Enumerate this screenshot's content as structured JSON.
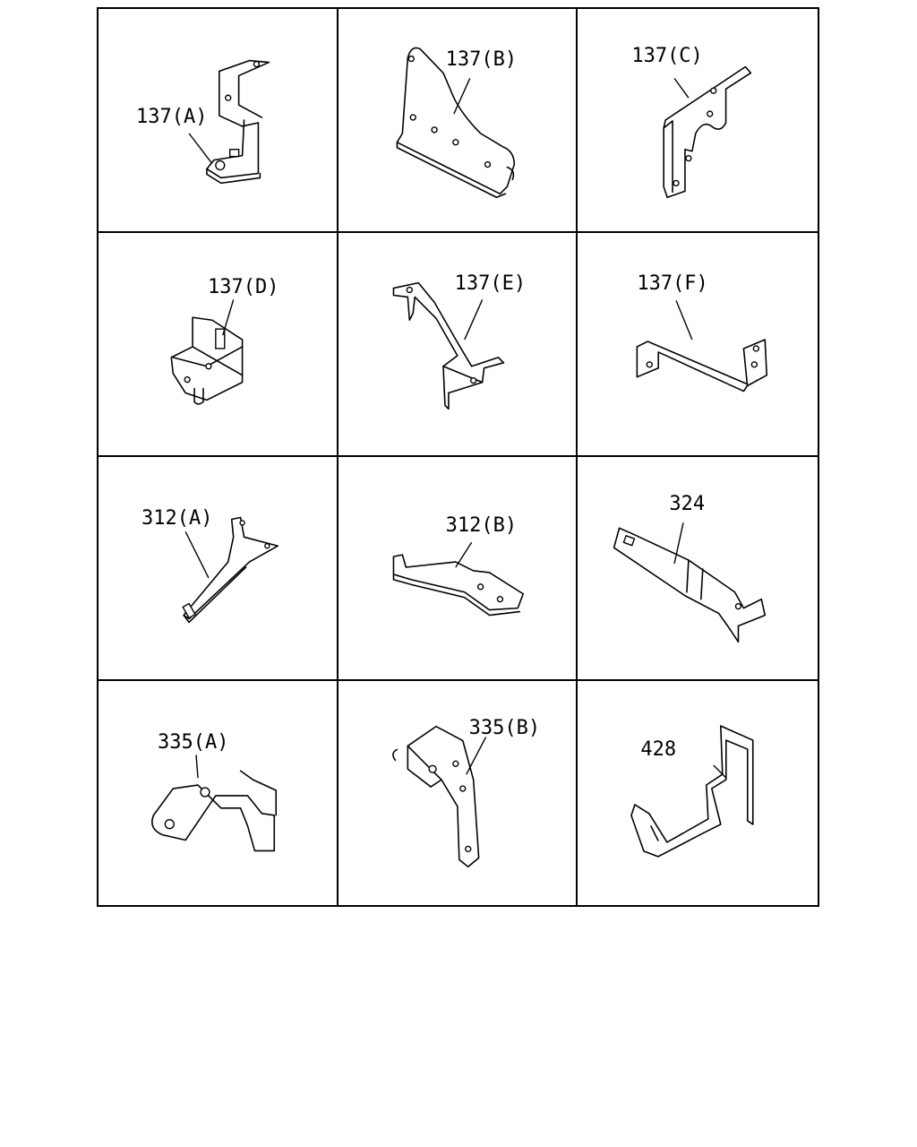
{
  "parts": [
    {
      "id": "part-137a",
      "label": "137(A)"
    },
    {
      "id": "part-137b",
      "label": "137(B)"
    },
    {
      "id": "part-137c",
      "label": "137(C)"
    },
    {
      "id": "part-137d",
      "label": "137(D)"
    },
    {
      "id": "part-137e",
      "label": "137(E)"
    },
    {
      "id": "part-137f",
      "label": "137(F)"
    },
    {
      "id": "part-312a",
      "label": "312(A)"
    },
    {
      "id": "part-312b",
      "label": "312(B)"
    },
    {
      "id": "part-324",
      "label": "324"
    },
    {
      "id": "part-335a",
      "label": "335(A)"
    },
    {
      "id": "part-335b",
      "label": "335(B)"
    },
    {
      "id": "part-428",
      "label": "428"
    }
  ]
}
